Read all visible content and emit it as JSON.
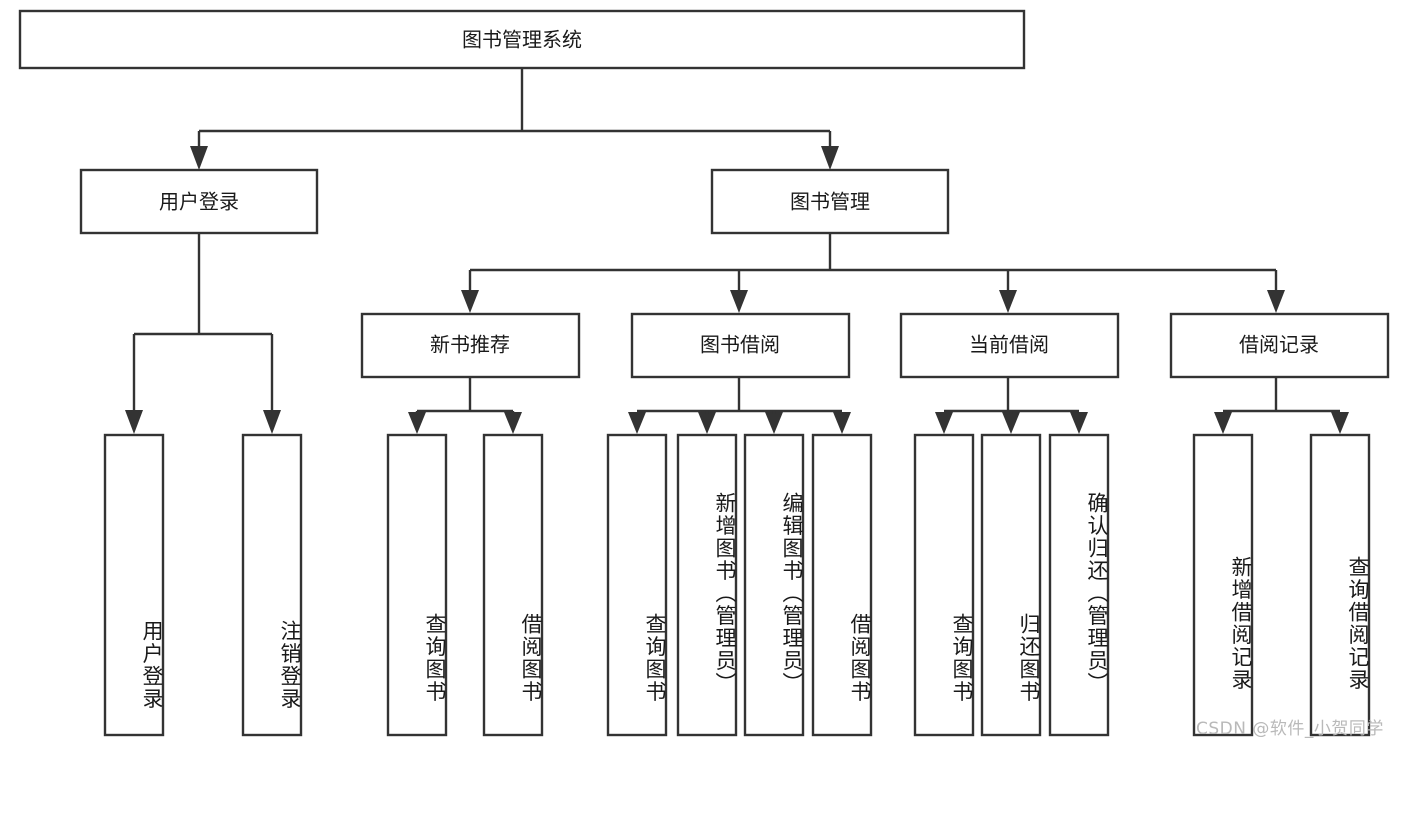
{
  "diagram": {
    "type": "tree",
    "title": "图书管理系统",
    "root": {
      "id": "root",
      "label": "图书管理系统",
      "orientation": "horizontal"
    },
    "level2": [
      {
        "id": "user-login",
        "label": "用户登录",
        "orientation": "horizontal"
      },
      {
        "id": "book-manage",
        "label": "图书管理",
        "orientation": "horizontal"
      }
    ],
    "level3": [
      {
        "id": "new-book-recommend",
        "label": "新书推荐",
        "orientation": "horizontal",
        "parent": "book-manage"
      },
      {
        "id": "book-borrow",
        "label": "图书借阅",
        "orientation": "horizontal",
        "parent": "book-manage"
      },
      {
        "id": "current-borrow",
        "label": "当前借阅",
        "orientation": "horizontal",
        "parent": "book-manage"
      },
      {
        "id": "borrow-record",
        "label": "借阅记录",
        "orientation": "horizontal",
        "parent": "book-manage"
      }
    ],
    "leaves": [
      {
        "id": "leaf-user-login",
        "label": "用户登录",
        "orientation": "vertical",
        "parent": "user-login"
      },
      {
        "id": "leaf-logout",
        "label": "注销登录",
        "orientation": "vertical",
        "parent": "user-login"
      },
      {
        "id": "leaf-query-book-1",
        "label": "查询图书",
        "orientation": "vertical",
        "parent": "new-book-recommend"
      },
      {
        "id": "leaf-borrow-book-1",
        "label": "借阅图书",
        "orientation": "vertical",
        "parent": "new-book-recommend"
      },
      {
        "id": "leaf-query-book-2",
        "label": "查询图书",
        "orientation": "vertical",
        "parent": "book-borrow"
      },
      {
        "id": "leaf-add-book",
        "label": "新增图书（管理员）",
        "orientation": "vertical",
        "parent": "book-borrow"
      },
      {
        "id": "leaf-edit-book",
        "label": "编辑图书（管理员）",
        "orientation": "vertical",
        "parent": "book-borrow"
      },
      {
        "id": "leaf-borrow-book-2",
        "label": "借阅图书",
        "orientation": "vertical",
        "parent": "book-borrow"
      },
      {
        "id": "leaf-query-book-3",
        "label": "查询图书",
        "orientation": "vertical",
        "parent": "current-borrow"
      },
      {
        "id": "leaf-return-book",
        "label": "归还图书",
        "orientation": "vertical",
        "parent": "current-borrow"
      },
      {
        "id": "leaf-confirm-return",
        "label": "确认归还（管理员）",
        "orientation": "vertical",
        "parent": "current-borrow"
      },
      {
        "id": "leaf-add-record",
        "label": "新增借阅记录",
        "orientation": "vertical",
        "parent": "borrow-record"
      },
      {
        "id": "leaf-query-record",
        "label": "查询借阅记录",
        "orientation": "vertical",
        "parent": "borrow-record"
      }
    ]
  },
  "watermark": {
    "text": "CSDN @软件_小贺同学"
  },
  "colors": {
    "stroke": "#333333",
    "box_fill": "#ffffff",
    "text": "#1a1a1a",
    "watermark": "#b9b9b9",
    "background": "#ffffff"
  }
}
